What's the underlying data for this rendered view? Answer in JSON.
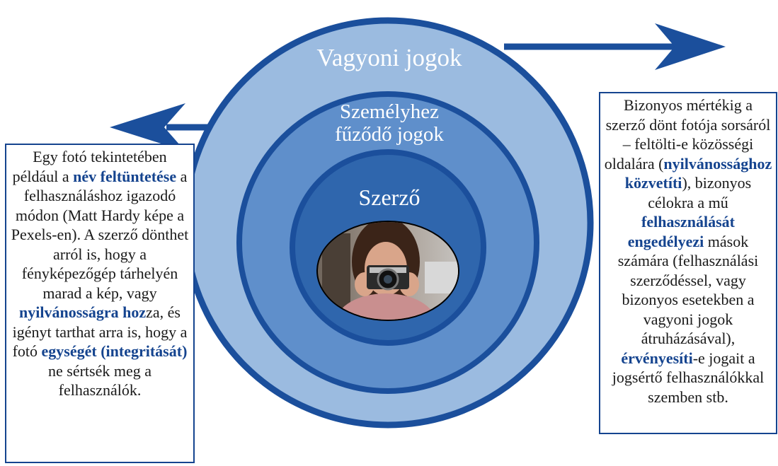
{
  "colors": {
    "outer_ring": "#9bbbe0",
    "middle_ring": "#5f8fcb",
    "inner_ring": "#2f66ad",
    "stroke": "#1b4f9c",
    "arrow": "#1b4f9c",
    "text_accent": "#15448f"
  },
  "circles": {
    "outer_label": "Vagyoni jogok",
    "middle_label_line1": "Személyhez",
    "middle_label_line2": "fűződő jogok",
    "inner_label": "Szerző"
  },
  "photo": {
    "icon": "photographer-with-camera-icon"
  },
  "left_box": {
    "t1": "Egy fotó tekintetében például a ",
    "b1": "név feltüntetése",
    "t2": " a felhasználáshoz igazodó módon (Matt Hardy képe a Pexels-en). A szerző dönthet arról is, hogy a fényképezőgép tárhelyén marad a kép, vagy ",
    "b2": "nyilvánosságra hoz",
    "t3": "za, és igényt tarthat arra is, hogy a fotó ",
    "b3": "egységét (integritását)",
    "t4": " ne sértsék meg a felhasználók."
  },
  "right_box": {
    "t1": "Bizonyos mértékig a szerző dönt fotója sorsáról – feltölti-e közösségi oldalára (",
    "b1": "nyilvánossághoz közvetíti",
    "t2": "), bizonyos célokra a mű ",
    "b2": "felhasználását engedélyezi",
    "t3": " mások számára (felhasználási szerződéssel, vagy bizonyos esetekben a vagyoni jogok átruházásával), ",
    "b3": "érvényesíti",
    "t4": "-e jogait a jogsértő felhasználókkal szemben stb."
  }
}
